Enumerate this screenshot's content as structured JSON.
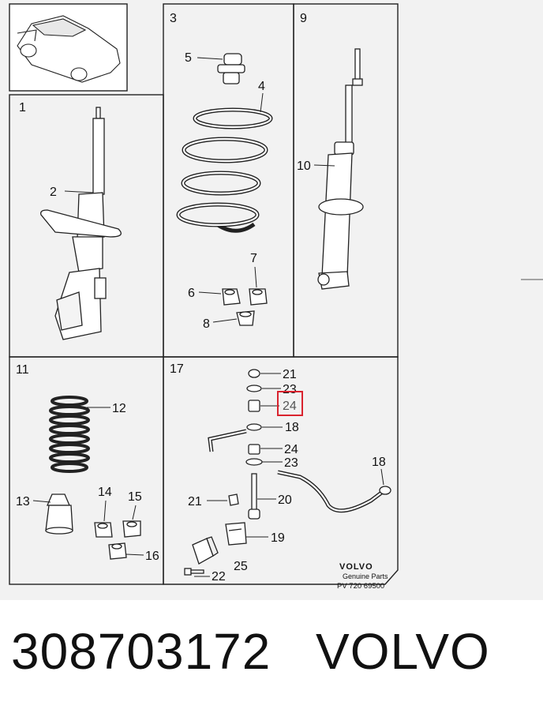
{
  "diagram": {
    "panels": [
      {
        "id": "1",
        "label": "1"
      },
      {
        "id": "3",
        "label": "3"
      },
      {
        "id": "9",
        "label": "9"
      },
      {
        "id": "11",
        "label": "11"
      },
      {
        "id": "17",
        "label": "17"
      }
    ],
    "callouts": {
      "c2": "2",
      "c4": "4",
      "c5": "5",
      "c6": "6",
      "c7": "7",
      "c8": "8",
      "c10": "10",
      "c12": "12",
      "c13": "13",
      "c14": "14",
      "c15": "15",
      "c16": "16",
      "c18a": "18",
      "c18b": "18",
      "c19": "19",
      "c20": "20",
      "c21a": "21",
      "c21b": "21",
      "c22": "22",
      "c23a": "23",
      "c23b": "23",
      "c24a": "24",
      "c24b": "24",
      "c25": "25"
    },
    "highlighted_callout": "24",
    "highlight_color": "#d9232e",
    "logo": {
      "brand": "VOLVO",
      "subtitle": "Genuine Parts",
      "code": "PV 720 69500"
    }
  },
  "caption": {
    "part_number": "308703172",
    "brand": "VOLVO"
  }
}
